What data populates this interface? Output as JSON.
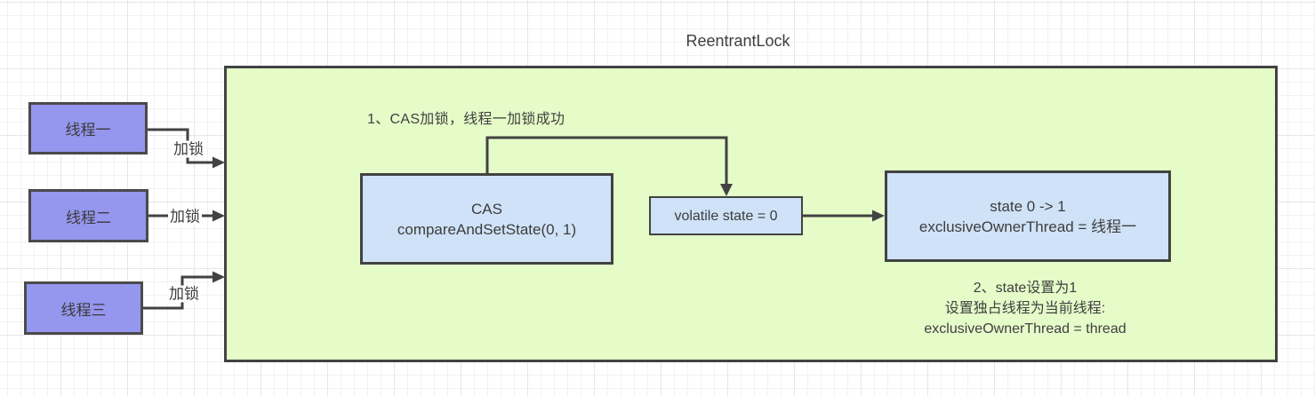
{
  "colors": {
    "canvas_bg": "#ffffff",
    "grid_minor": "#f2f2f2",
    "grid_major": "#e6e6e6",
    "container_fill": "#e5fcc9",
    "thread_fill": "#9596ee",
    "process_fill": "#cfe2f7",
    "stroke": "#424242",
    "text": "#3d3d3d"
  },
  "title": "ReentrantLock",
  "threads": [
    {
      "label": "线程一",
      "edge_label": "加锁"
    },
    {
      "label": "线程二",
      "edge_label": "加锁"
    },
    {
      "label": "线程三",
      "edge_label": "加锁"
    }
  ],
  "container": {
    "annotation_step1": "1、CAS加锁，线程一加锁成功",
    "cas_box": {
      "line1": "CAS",
      "line2": "compareAndSetState(0, 1)"
    },
    "volatile_box": {
      "label": "volatile state = 0"
    },
    "state_box": {
      "line1": "state 0 -> 1",
      "line2": "exclusiveOwnerThread = 线程一"
    },
    "annotation_step2": {
      "line1": "2、state设置为1",
      "line2": "设置独占线程为当前线程:",
      "line3": "exclusiveOwnerThread = thread"
    }
  }
}
